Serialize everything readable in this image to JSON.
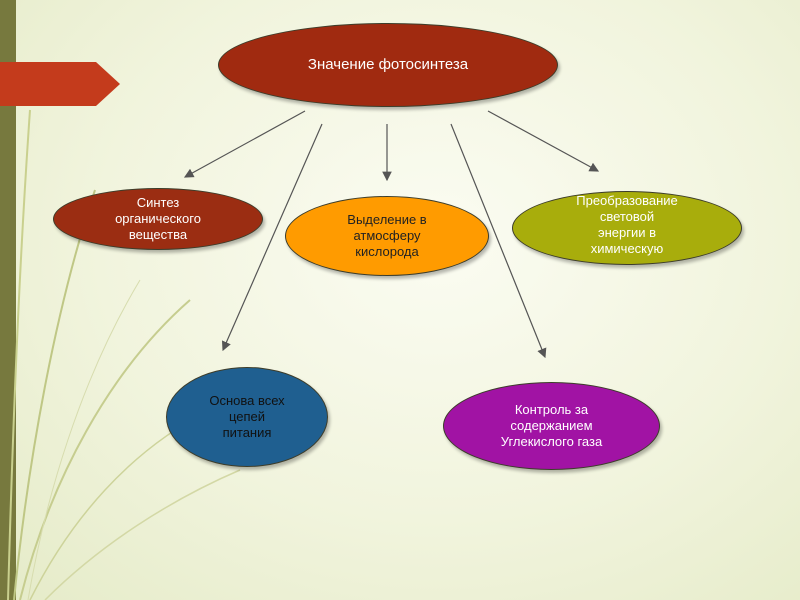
{
  "colors": {
    "background": "#f1f4dd",
    "accent_bar": "#77793e",
    "tab": "#c43b1c",
    "arrow": "#555555",
    "node_title": "#a02a10",
    "node_synth": "#9b2d12",
    "node_oxygen": "#ff9b00",
    "node_energy": "#a8ad0c",
    "node_food": "#1f5f90",
    "node_co2": "#a113a4"
  },
  "diagram": {
    "title": "Значение фотосинтеза",
    "nodes": {
      "synthesis": "Синтез\nорганического\nвещества",
      "oxygen": "Выделение в\nатмосферу\nкислорода",
      "energy": "Преобразование\nсветовой\nэнергии в\nхимическую",
      "food_chains": "Основа всех\nцепей\nпитания",
      "co2_control": "Контроль за\nсодержанием\nУглекислого газа"
    }
  }
}
